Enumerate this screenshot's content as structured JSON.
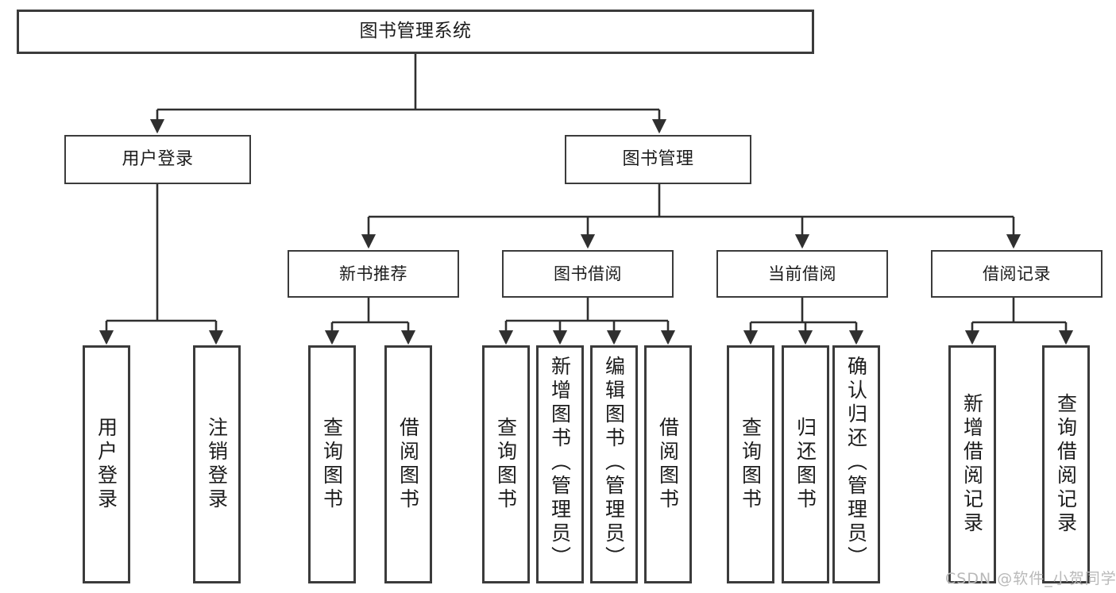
{
  "diagram": {
    "title": "图书管理系统",
    "type": "tree",
    "watermark": "CSDN @软件_小贺同学",
    "colors": {
      "box_border": "#3b3b3b",
      "box_fill": "#ffffff",
      "edge": "#2f2f2f",
      "text": "#1c1c1c",
      "watermark": "#b9b9b9",
      "background": "#ffffff"
    },
    "nodes": {
      "root": {
        "label": "图书管理系统"
      },
      "level2": [
        {
          "label": "用户登录"
        },
        {
          "label": "图书管理"
        }
      ],
      "level3": [
        {
          "label": "新书推荐"
        },
        {
          "label": "图书借阅"
        },
        {
          "label": "当前借阅"
        },
        {
          "label": "借阅记录"
        }
      ],
      "leaves": {
        "user_login": [
          {
            "label": "用户登录"
          },
          {
            "label": "注销登录"
          }
        ],
        "new_book_recommend": [
          {
            "label": "查询图书"
          },
          {
            "label": "借阅图书"
          }
        ],
        "book_borrow": [
          {
            "label": "查询图书"
          },
          {
            "label": "新增图书（管理员）"
          },
          {
            "label": "编辑图书（管理员）"
          },
          {
            "label": "借阅图书"
          }
        ],
        "current_borrow": [
          {
            "label": "查询图书"
          },
          {
            "label": "归还图书"
          },
          {
            "label": "确认归还（管理员）"
          }
        ],
        "borrow_record": [
          {
            "label": "新增借阅记录"
          },
          {
            "label": "查询借阅记录"
          }
        ]
      }
    }
  }
}
